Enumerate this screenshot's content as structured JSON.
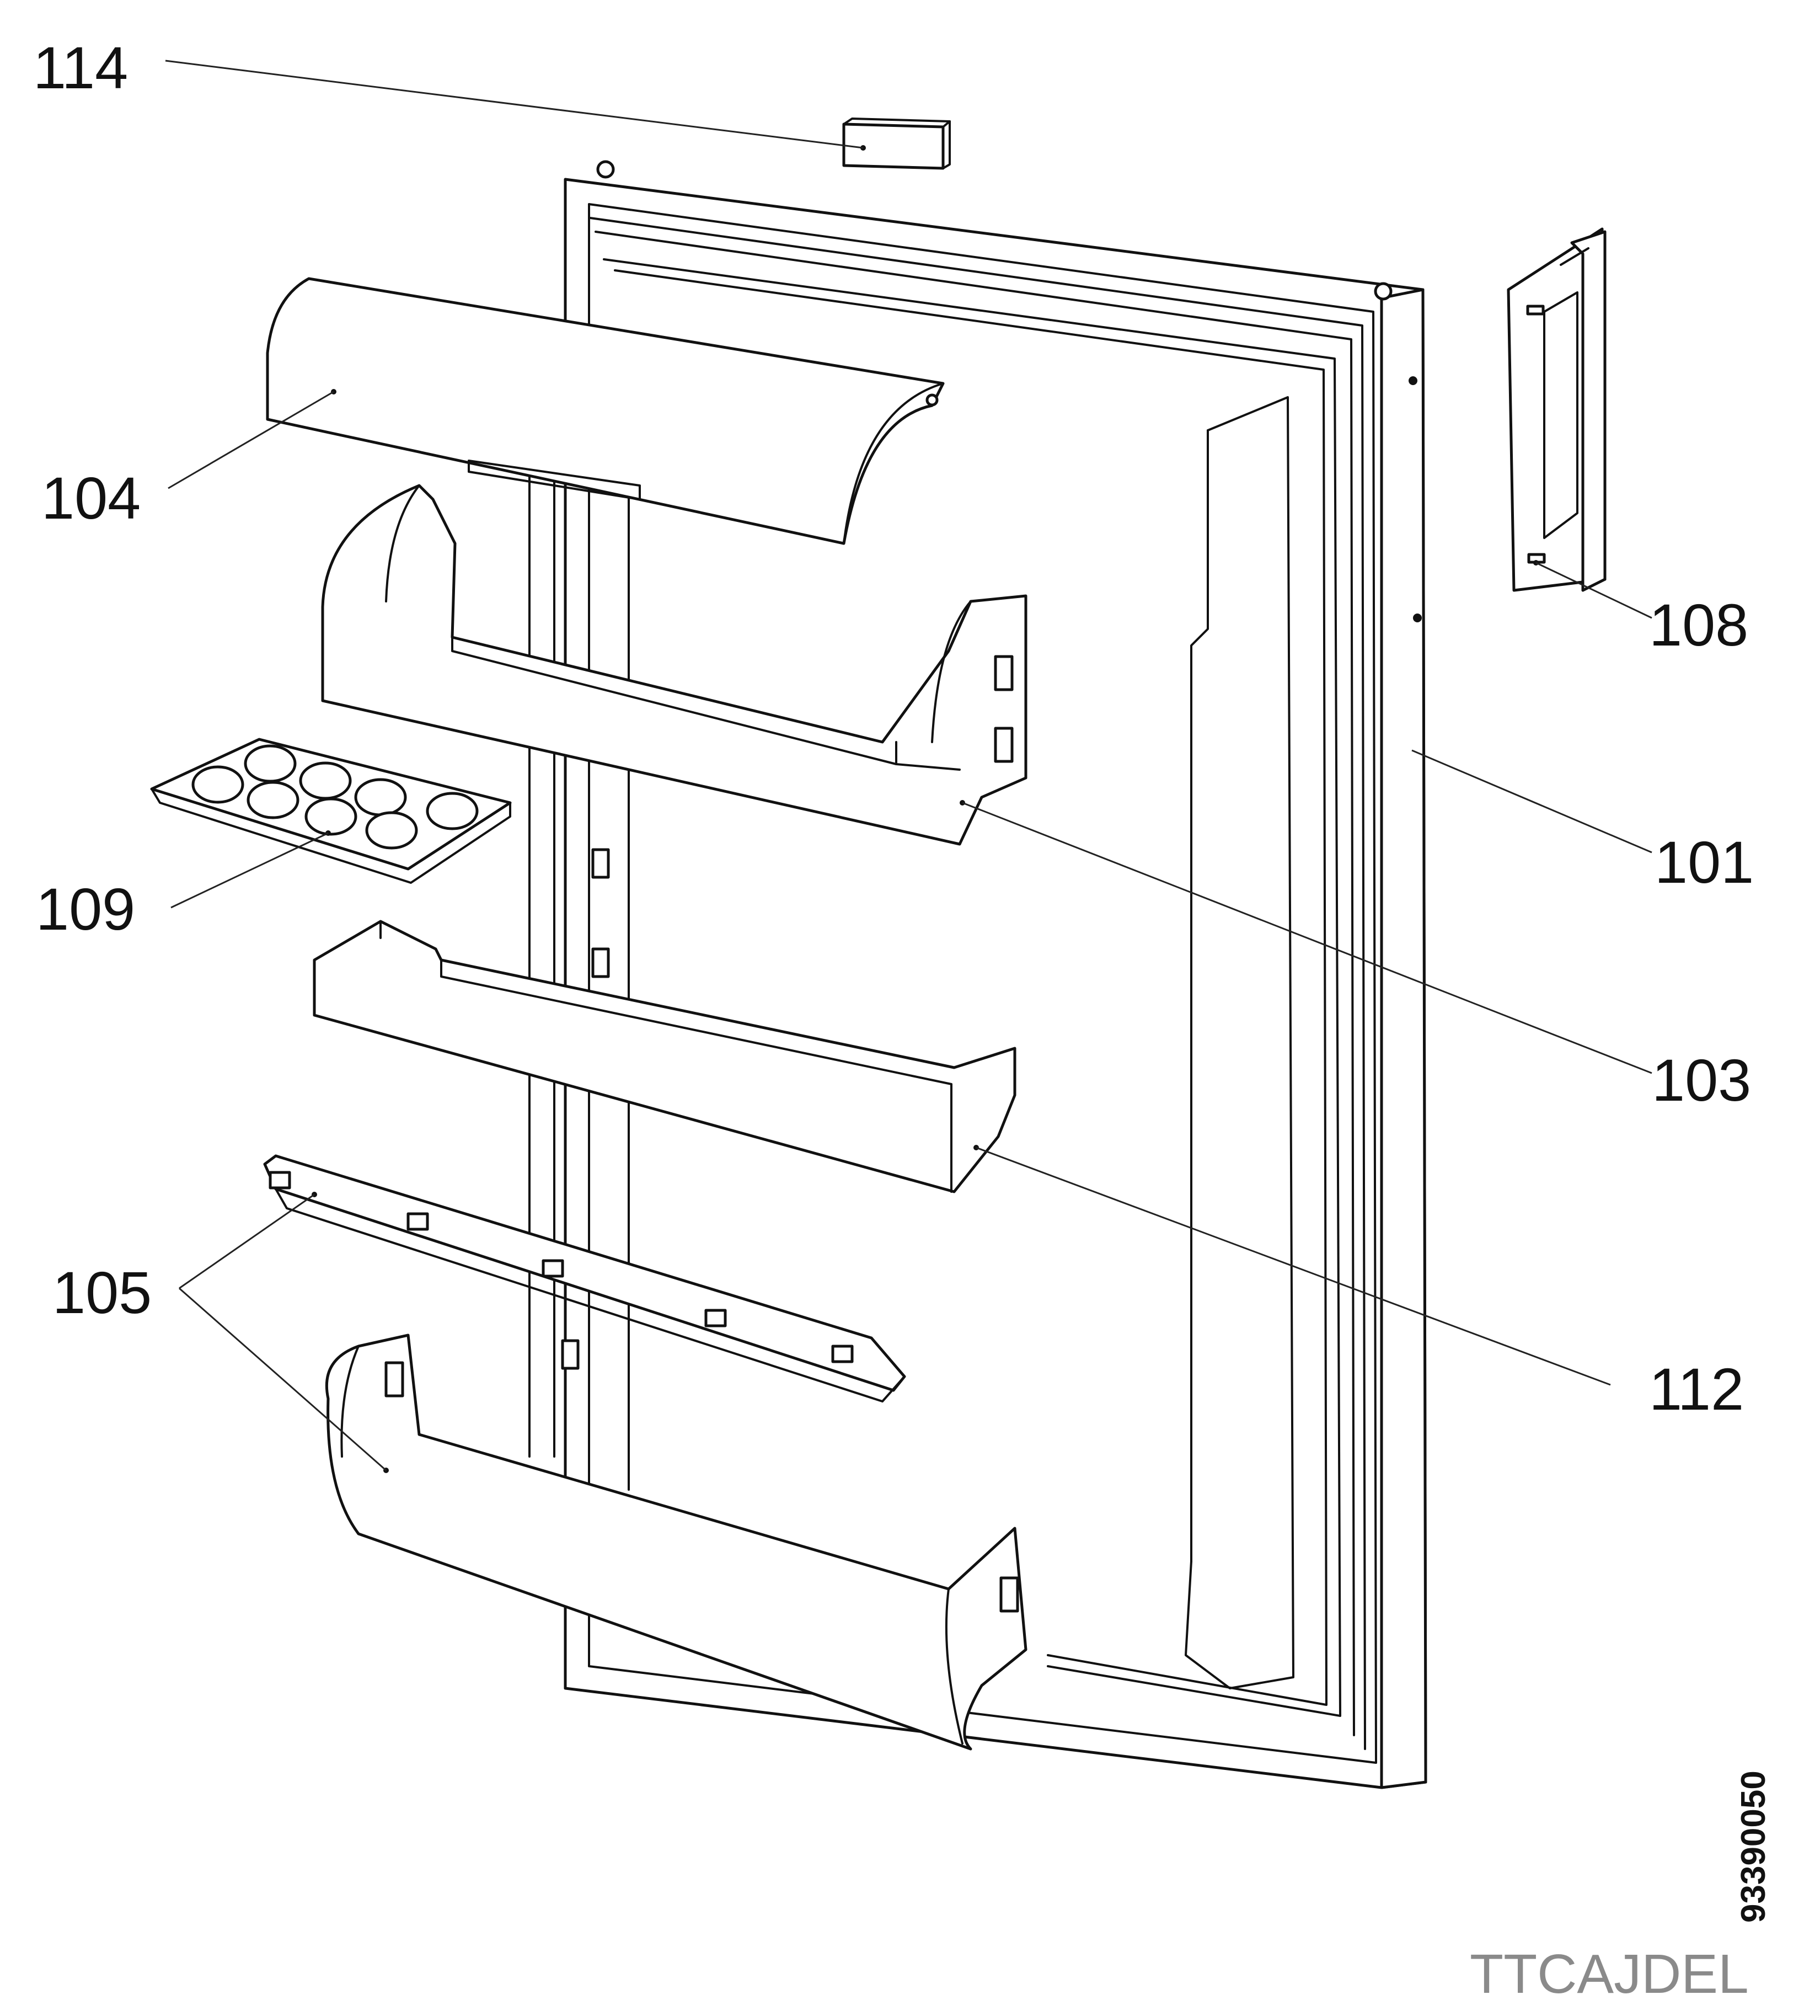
{
  "callouts": {
    "c114": "114",
    "c104": "104",
    "c109": "109",
    "c105": "105",
    "c108": "108",
    "c101": "101",
    "c103": "103",
    "c112": "112"
  },
  "drawing_number": "93390050",
  "model_code": "TTCAJDEL"
}
